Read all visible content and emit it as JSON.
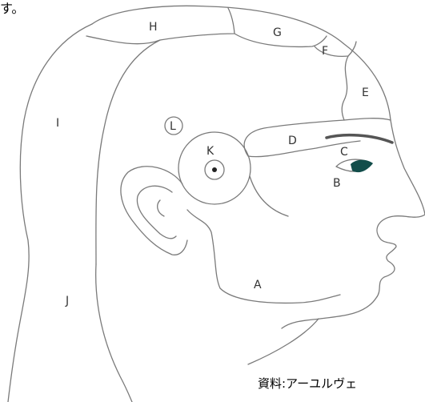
{
  "top_fragment": "す。",
  "credit": "資料:アーユルヴェ",
  "labels": {
    "A": "A",
    "B": "B",
    "C": "C",
    "D": "D",
    "E": "E",
    "F": "F",
    "G": "G",
    "H": "H",
    "I": "I",
    "J": "J",
    "K": "K",
    "L": "L"
  },
  "colors": {
    "line": "#7a7a7a",
    "eye": "#124d4a",
    "brow": "#555555"
  }
}
